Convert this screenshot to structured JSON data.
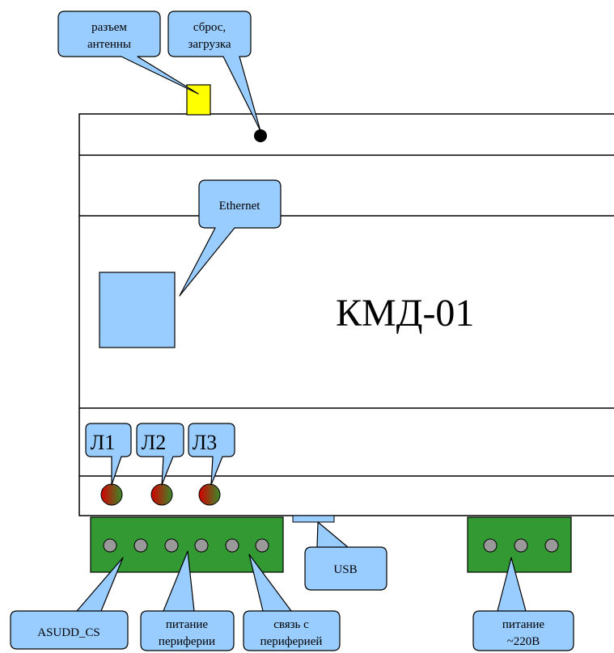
{
  "device": {
    "name": "КМД-01"
  },
  "colors": {
    "callout_fill": "#99ccff",
    "terminal_fill": "#339933",
    "screw_fill": "#999999",
    "antenna_fill": "#ffff00",
    "port_fill": "#99ccff",
    "led_gradient": [
      "#cc0000",
      "#339933"
    ]
  },
  "callouts": {
    "antenna": {
      "line1": "разъем",
      "line2": "антенны"
    },
    "reset": {
      "line1": "сброс,",
      "line2": "загрузка"
    },
    "ethernet": {
      "label": "Ethernet"
    },
    "led1": {
      "label": "Л1"
    },
    "led2": {
      "label": "Л2"
    },
    "led3": {
      "label": "Л3"
    },
    "usb": {
      "label": "USB"
    },
    "asudd": {
      "label": "ASUDD_CS"
    },
    "periph_power": {
      "line1": "питание",
      "line2": "периферии"
    },
    "periph_link": {
      "line1": "связь с",
      "line2": "периферией"
    },
    "power": {
      "line1": "питание",
      "line2": "~220В"
    }
  },
  "terminal_blocks": {
    "left_screw_count": 6,
    "right_screw_count": 3
  },
  "leds": {
    "count": 3
  }
}
